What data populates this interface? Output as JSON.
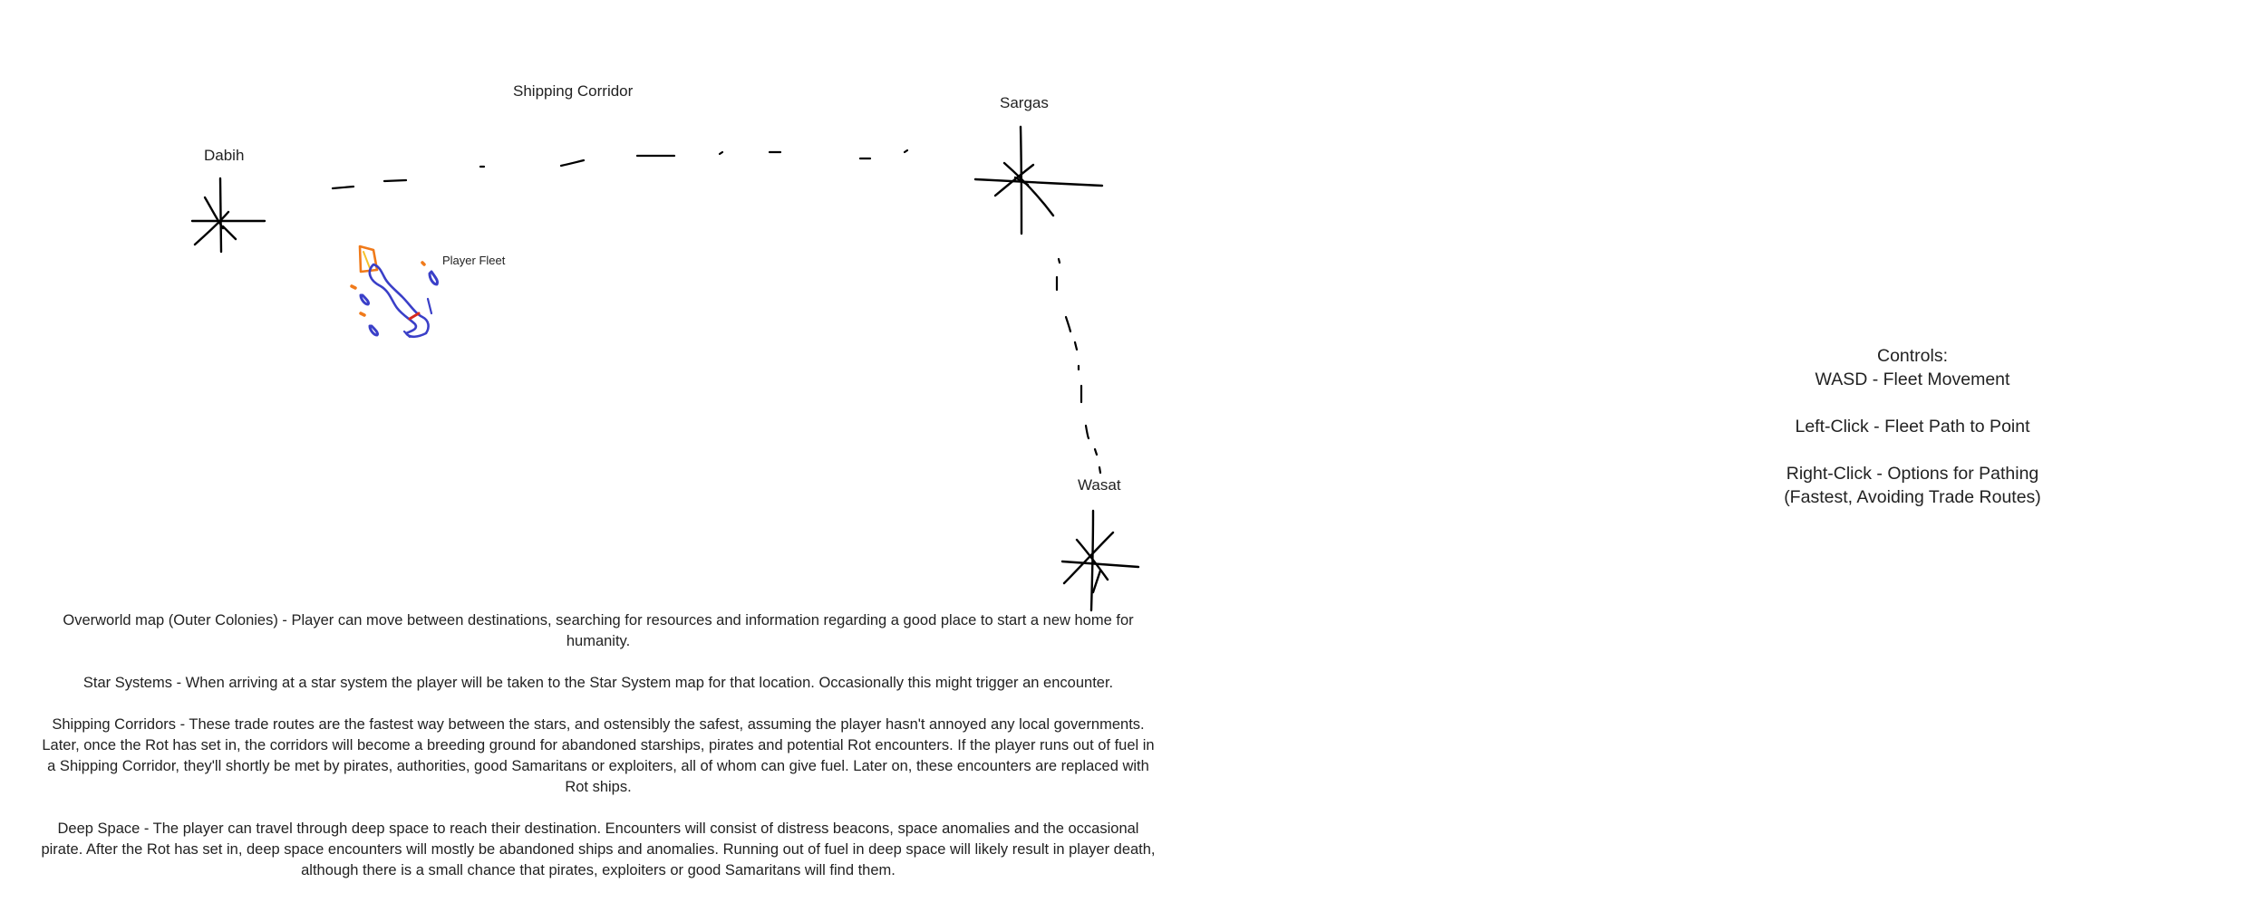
{
  "map": {
    "shipping_corridor_label": "Shipping Corridor",
    "star_systems": [
      {
        "name": "Dabih"
      },
      {
        "name": "Sargas"
      },
      {
        "name": "Wasat"
      }
    ],
    "player_fleet_label": "Player Fleet",
    "colors": {
      "ink": "#000000",
      "fleet_blue": "#3a3fc8",
      "fleet_orange": "#f07a1a",
      "fleet_red": "#d42a1e"
    }
  },
  "description": {
    "overworld": "Overworld map (Outer Colonies) - Player can move between destinations, searching for resources and information regarding a good place to start a new home for humanity.",
    "star_systems": "Star Systems - When arriving at a star system the player will be taken to the Star System map for that location. Occasionally this might trigger an encounter.",
    "shipping_corridors": "Shipping Corridors - These trade routes are the fastest way between the stars, and ostensibly the safest, assuming the player hasn't annoyed any local governments. Later, once the Rot has set in, the corridors will become a breeding ground for abandoned starships, pirates and potential Rot encounters. If the player runs out of fuel in a Shipping Corridor, they'll shortly be met by pirates, authorities, good Samaritans or exploiters, all of whom can give fuel. Later on, these encounters are replaced with Rot ships.",
    "deep_space": "Deep Space - The player can travel through deep space to reach their destination. Encounters will consist of distress beacons, space anomalies and the occasional pirate. After the Rot has set in, deep space encounters will mostly be abandoned ships and anomalies. Running out of fuel in deep space will likely result in player death, although there is a small chance that pirates, exploiters or good Samaritans will find them."
  },
  "controls": {
    "title": "Controls:",
    "wasd": "WASD - Fleet Movement",
    "left_click": "Left-Click - Fleet Path to Point",
    "right_click": "Right-Click - Options for Pathing (Fastest, Avoiding Trade Routes)"
  }
}
